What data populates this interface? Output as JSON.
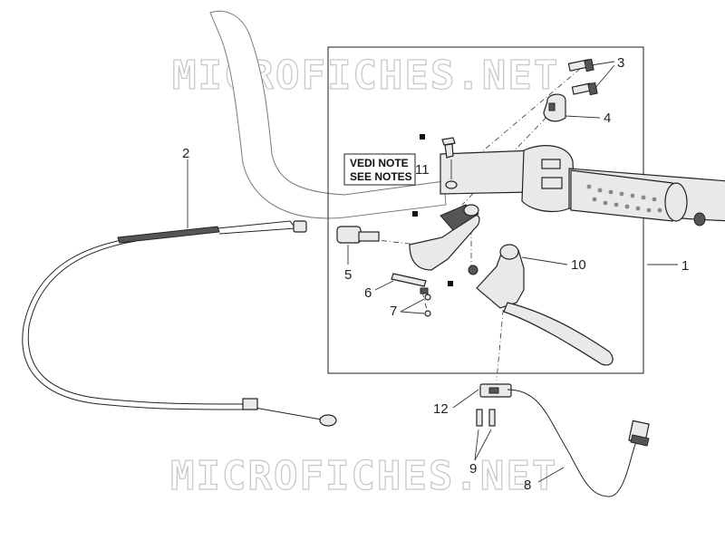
{
  "watermark": {
    "text": "MICROFICHES.NET"
  },
  "note": {
    "line1": "VEDI NOTE",
    "line2": "SEE NOTES"
  },
  "callouts": [
    "1",
    "2",
    "3",
    "4",
    "5",
    "6",
    "7",
    "8",
    "9",
    "10",
    "11",
    "12"
  ],
  "colors": {
    "line": "#222222",
    "watermark": "#c9c9c9",
    "part_fill": "#e9e9e9"
  }
}
